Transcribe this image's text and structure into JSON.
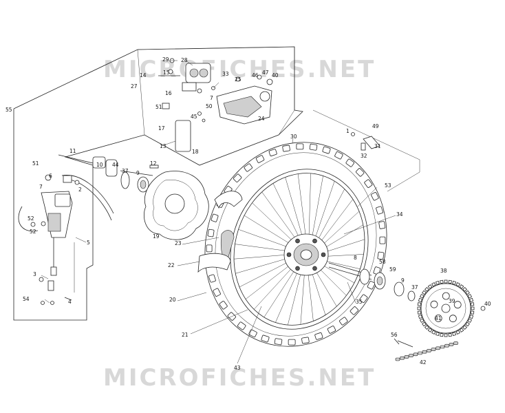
{
  "watermark": {
    "top_text": "MICROFICHES.NET",
    "bottom_text": "MICROFICHES.NET"
  },
  "callouts": [
    {
      "id": "c29",
      "text": "29"
    },
    {
      "id": "c28",
      "text": "28"
    },
    {
      "id": "c14",
      "text": "14"
    },
    {
      "id": "c15",
      "text": "15"
    },
    {
      "id": "c33",
      "text": "33"
    },
    {
      "id": "c46",
      "text": "46"
    },
    {
      "id": "c47",
      "text": "47"
    },
    {
      "id": "c40a",
      "text": "40"
    },
    {
      "id": "c27",
      "text": "27"
    },
    {
      "id": "c16",
      "text": "16"
    },
    {
      "id": "c25",
      "text": "25"
    },
    {
      "id": "c7a",
      "text": "7"
    },
    {
      "id": "c50",
      "text": "50"
    },
    {
      "id": "c51a",
      "text": "51"
    },
    {
      "id": "c55",
      "text": "55"
    },
    {
      "id": "c45",
      "text": "45"
    },
    {
      "id": "c24",
      "text": "24"
    },
    {
      "id": "c17",
      "text": "17"
    },
    {
      "id": "c13",
      "text": "13"
    },
    {
      "id": "c18",
      "text": "18"
    },
    {
      "id": "c30",
      "text": "30"
    },
    {
      "id": "c49",
      "text": "49"
    },
    {
      "id": "c1",
      "text": "1"
    },
    {
      "id": "c31",
      "text": "31"
    },
    {
      "id": "c32",
      "text": "32"
    },
    {
      "id": "c11",
      "text": "11"
    },
    {
      "id": "c10",
      "text": "10"
    },
    {
      "id": "c44",
      "text": "44"
    },
    {
      "id": "c12",
      "text": "12"
    },
    {
      "id": "c51b",
      "text": "51"
    },
    {
      "id": "c37a",
      "text": "37"
    },
    {
      "id": "c9a",
      "text": "9"
    },
    {
      "id": "c7b",
      "text": "7"
    },
    {
      "id": "c6",
      "text": "6"
    },
    {
      "id": "c2",
      "text": "2"
    },
    {
      "id": "c53",
      "text": "53"
    },
    {
      "id": "c52a",
      "text": "52"
    },
    {
      "id": "c52b",
      "text": "52"
    },
    {
      "id": "c34",
      "text": "34"
    },
    {
      "id": "c19",
      "text": "19"
    },
    {
      "id": "c23",
      "text": "23"
    },
    {
      "id": "c5",
      "text": "5"
    },
    {
      "id": "c8",
      "text": "8"
    },
    {
      "id": "c58",
      "text": "58"
    },
    {
      "id": "c22",
      "text": "22"
    },
    {
      "id": "c59",
      "text": "59"
    },
    {
      "id": "c38",
      "text": "38"
    },
    {
      "id": "c3",
      "text": "3"
    },
    {
      "id": "c9b",
      "text": "9"
    },
    {
      "id": "c37b",
      "text": "37"
    },
    {
      "id": "c54",
      "text": "54"
    },
    {
      "id": "c20",
      "text": "20"
    },
    {
      "id": "c35",
      "text": "35"
    },
    {
      "id": "c39",
      "text": "39"
    },
    {
      "id": "c40b",
      "text": "40"
    },
    {
      "id": "c4",
      "text": "4"
    },
    {
      "id": "c41",
      "text": "41"
    },
    {
      "id": "c21",
      "text": "21"
    },
    {
      "id": "c56",
      "text": "56"
    },
    {
      "id": "c42",
      "text": "42"
    },
    {
      "id": "c43",
      "text": "43"
    }
  ]
}
